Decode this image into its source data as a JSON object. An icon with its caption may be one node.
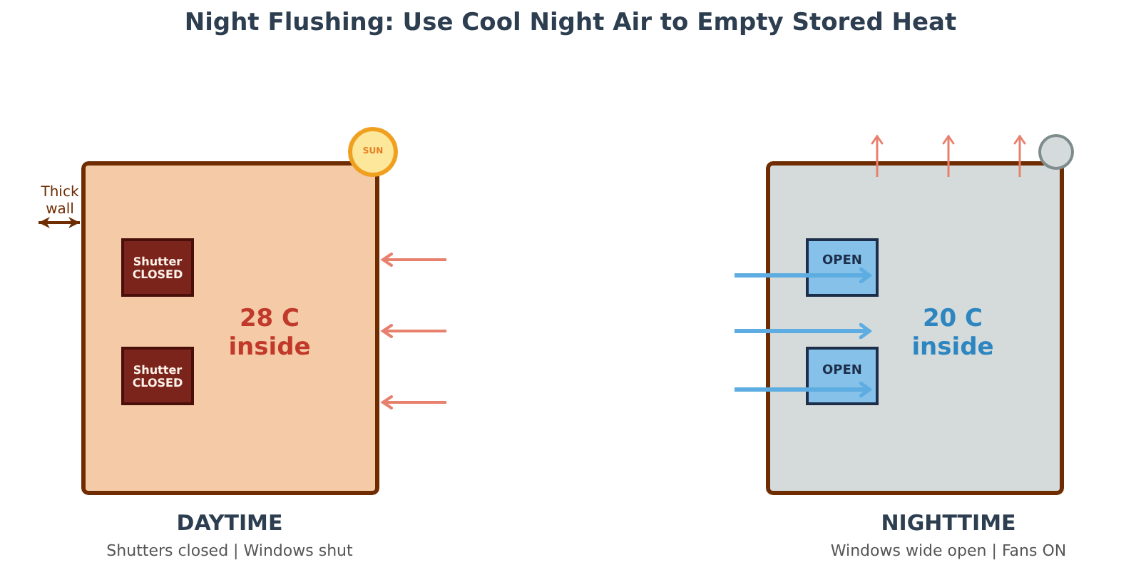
{
  "diagram": {
    "title": "Night Flushing: Use Cool Night Air to Empty Stored Heat",
    "nodes": [
      {
        "text": [
          "28 C inside"
        ],
        "beside": [
          "DAYTIME",
          "Shutters closed | Windows shut"
        ]
      },
      {
        "text": [
          "Shutter CLOSED"
        ],
        "in": 0
      },
      {
        "text": [
          "Shutter CLOSED"
        ],
        "in": 0
      },
      {
        "text": [
          "SUN"
        ]
      },
      {
        "text": [
          "20 C inside"
        ],
        "beside": [
          "NIGHTTIME",
          "Windows wide open | Fans ON"
        ]
      },
      {
        "text": [
          "OPEN"
        ],
        "in": 4
      },
      {
        "text": [
          "OPEN"
        ],
        "in": 4
      },
      {
        "text": [],
        "shape": "circle"
      }
    ],
    "labels": [
      "Thick wall"
    ]
  }
}
